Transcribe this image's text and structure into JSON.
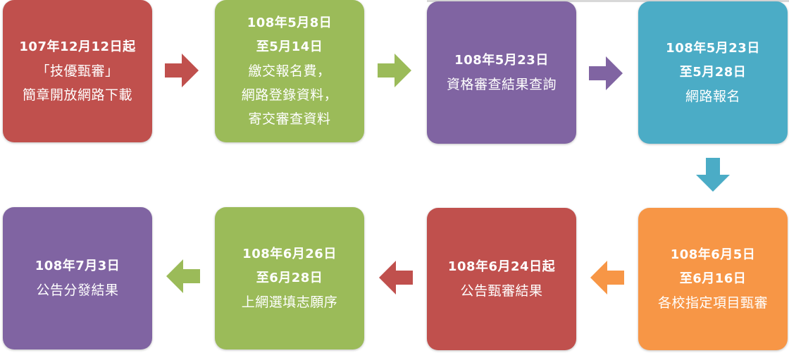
{
  "colors": {
    "red": "#c0504d",
    "green": "#9bbb59",
    "purple": "#8064a2",
    "blue": "#4bacc6",
    "orange": "#f79646"
  },
  "steps": [
    {
      "color": "#c0504d",
      "lines": [
        "107年12月12日起",
        "「技優甄審」",
        "簡章開放網路下載"
      ]
    },
    {
      "color": "#9bbb59",
      "lines": [
        "108年5月8日",
        "至5月14日",
        "繳交報名費，",
        "網路登錄資料，",
        "寄交審查資料"
      ]
    },
    {
      "color": "#8064a2",
      "lines": [
        "108年5月23日",
        "資格審查結果查詢"
      ]
    },
    {
      "color": "#4bacc6",
      "lines": [
        "108年5月23日",
        "至5月28日",
        "網路報名"
      ]
    },
    {
      "color": "#f79646",
      "lines": [
        "108年6月5日",
        "至6月16日",
        "各校指定項目甄審"
      ]
    },
    {
      "color": "#c0504d",
      "lines": [
        "108年6月24日起",
        "公告甄審結果"
      ]
    },
    {
      "color": "#9bbb59",
      "lines": [
        "108年6月26日",
        "至6月28日",
        "上網選填志願序"
      ]
    },
    {
      "color": "#8064a2",
      "lines": [
        "108年7月3日",
        "公告分發結果"
      ]
    }
  ],
  "arrows": [
    {
      "direction": "right",
      "color": "#c0504d"
    },
    {
      "direction": "right",
      "color": "#9bbb59"
    },
    {
      "direction": "right",
      "color": "#8064a2"
    },
    {
      "direction": "down",
      "color": "#4bacc6"
    },
    {
      "direction": "left",
      "color": "#f79646"
    },
    {
      "direction": "left",
      "color": "#c0504d"
    },
    {
      "direction": "left",
      "color": "#9bbb59"
    }
  ]
}
